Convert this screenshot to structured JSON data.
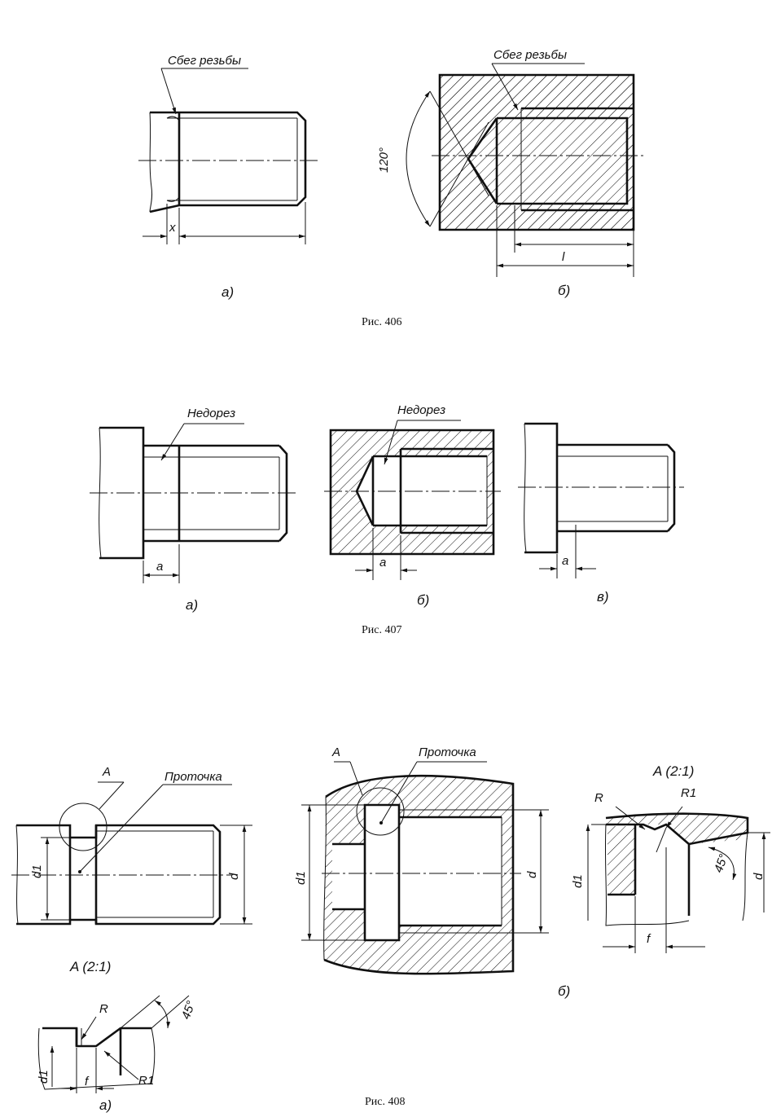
{
  "fig406": {
    "caption": "Рис. 406",
    "a": {
      "sub": "а)",
      "callout": "Сбег резьбы",
      "dim_x": "x"
    },
    "b": {
      "sub": "б)",
      "callout": "Сбег резьбы",
      "angle": "120°",
      "dim_l": "l"
    }
  },
  "fig407": {
    "caption": "Рис. 407",
    "a": {
      "sub": "а)",
      "callout": "Недорез",
      "dim_a": "a"
    },
    "b": {
      "sub": "б)",
      "callout": "Недорез",
      "dim_a": "a"
    },
    "c": {
      "sub": "в)",
      "dim_a": "a"
    }
  },
  "fig408": {
    "caption": "Рис. 408",
    "a": {
      "sub": "а)",
      "view_label": "A",
      "callout": "Проточка",
      "dim_d1": "d1",
      "dim_d": "d",
      "detail_title": "A (2:1)",
      "r": "R",
      "r1": "R1",
      "angle": "45°",
      "f": "f"
    },
    "b": {
      "sub": "б)",
      "view_label": "A",
      "callout": "Проточка",
      "dim_d1": "d1",
      "dim_d": "d",
      "detail_title": "A (2:1)",
      "r": "R",
      "r1": "R1",
      "angle": "45°",
      "f": "f"
    }
  }
}
